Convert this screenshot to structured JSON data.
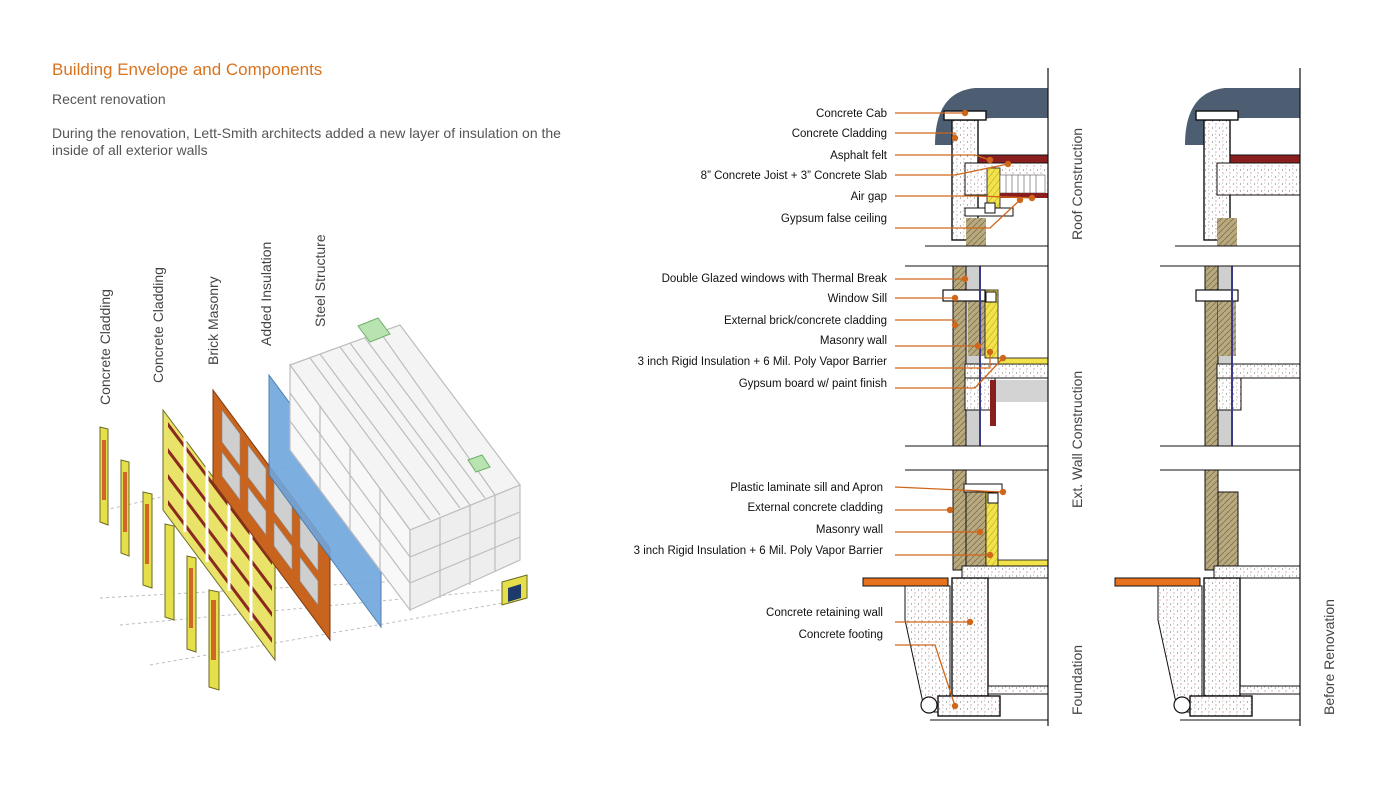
{
  "header": {
    "title": "Building  Envelope and Components",
    "subtitle": "Recent renovation",
    "description": "During the renovation, Lett-Smith architects added a new layer of insulation on the inside of all exterior walls"
  },
  "exploded_axonometric": {
    "layers": [
      "Concrete Cladding",
      "Concrete Cladding",
      "Brick Masonry",
      "Added Insulation",
      "Steel Structure"
    ]
  },
  "sections": {
    "roof": {
      "heading": "Roof  Construction",
      "labels": [
        "Concrete Cab",
        "Concrete Cladding",
        "Asphalt felt",
        "8” Concrete Joist + 3” Concrete Slab",
        "Air gap",
        "Gypsum false ceiling"
      ]
    },
    "wall": {
      "heading": "Ext. Wall Construction",
      "labels": [
        "Double Glazed windows with Thermal  Break",
        "Window Sill",
        "External brick/concrete cladding",
        "Masonry wall",
        "3 inch Rigid Insulation + 6 Mil. Poly Vapor Barrier",
        "Gypsum board w/ paint finish",
        "Plastic laminate sill and Apron",
        "External  concrete cladding",
        "Masonry wall",
        "3 inch Rigid Insulation + 6 Mil. Poly Vapor Barrier"
      ]
    },
    "foundation": {
      "heading": "Foundation",
      "labels": [
        "Concrete retaining wall",
        "Concrete footing"
      ]
    },
    "before_heading": "Before Renovation"
  },
  "colors": {
    "accent": "#d9731e",
    "leader": "#d0661a",
    "insulation": "#f2e34a",
    "brick": "#c9641e",
    "glass": "#6fa6dd"
  }
}
